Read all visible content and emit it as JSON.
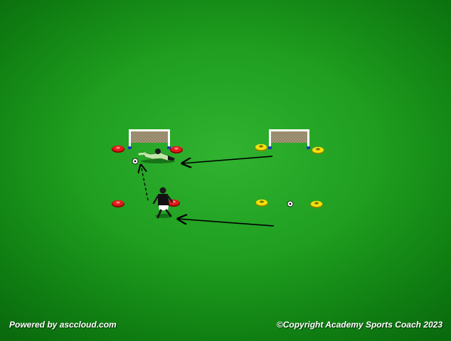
{
  "footer": {
    "powered_by": "Powered by asccloud.com",
    "copyright": "©Copyright Academy Sports Coach 2023"
  },
  "colors": {
    "pitch": "#1f9e1f",
    "cone_red": "#e01a1a",
    "cone_yellow": "#f2e20c",
    "goal_post": "#ffffff",
    "arrow": "#000000"
  },
  "elements": {
    "goals": [
      "left-goal",
      "right-goal"
    ],
    "cones": [
      "red-cone",
      "yellow-cone"
    ],
    "balls": [
      "ball-icon"
    ],
    "players": [
      "goalkeeper-diving",
      "attacking-player"
    ]
  }
}
